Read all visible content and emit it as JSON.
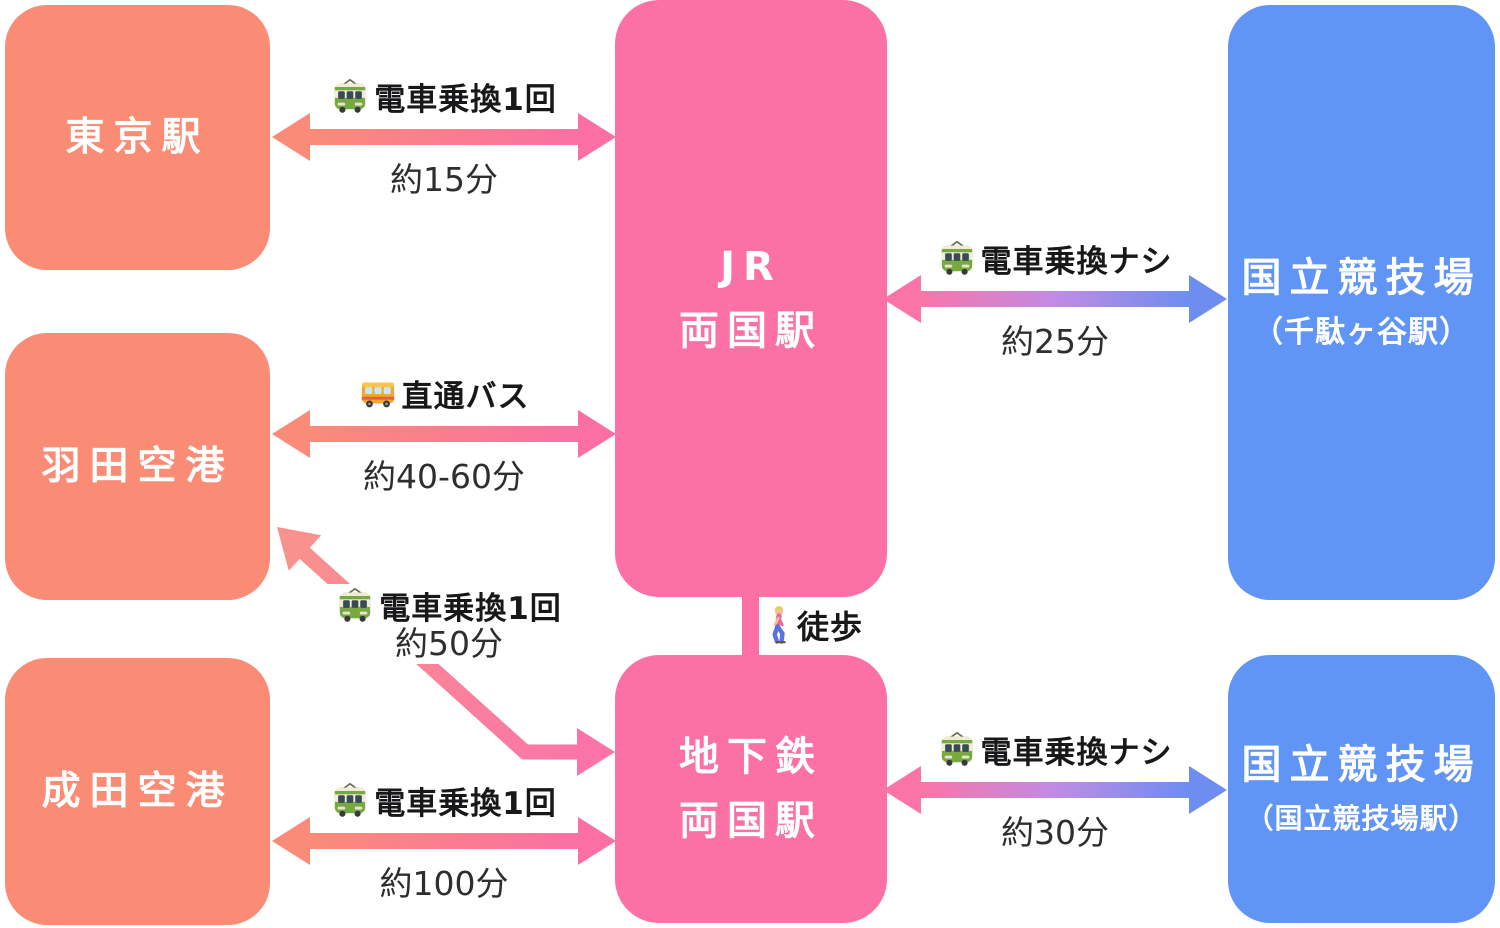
{
  "nodes": {
    "tokyo": {
      "label": "東京駅"
    },
    "haneda": {
      "label": "羽田空港"
    },
    "narita": {
      "label": "成田空港"
    },
    "jr_ryogoku": {
      "line1": "JR",
      "line2": "両国駅"
    },
    "subway_ryogoku": {
      "line1": "地下鉄",
      "line2": "両国駅"
    },
    "stadium_sendagaya": {
      "line1": "国立競技場",
      "line2": "（千駄ヶ谷駅）"
    },
    "stadium_kokuritsu": {
      "line1": "国立競技場",
      "line2": "（国立競技場駅）"
    }
  },
  "routes": {
    "tokyo_jr": {
      "icon": "tram-icon",
      "label": "電車乗換1回",
      "time": "約15分"
    },
    "haneda_jr": {
      "icon": "bus-icon",
      "label": "直通バス",
      "time": "約40-60分"
    },
    "haneda_subway": {
      "icon": "tram-icon",
      "label": "電車乗換1回",
      "time": "約50分"
    },
    "narita_subway": {
      "icon": "tram-icon",
      "label": "電車乗換1回",
      "time": "約100分"
    },
    "jr_sendagaya": {
      "icon": "tram-icon",
      "label": "電車乗換ナシ",
      "time": "約25分"
    },
    "subway_kokuritsu": {
      "icon": "tram-icon",
      "label": "電車乗換ナシ",
      "time": "約30分"
    },
    "walk": {
      "icon": "walk-icon",
      "label": "徒歩"
    }
  },
  "colors": {
    "salmon": "#FA8B75",
    "pink": "#FB70A5",
    "blue": "#6095F5",
    "arrow_salmon": "#FA8B79",
    "arrow_pink": "#FB6FA4",
    "arrow_violet": "#C18BE4",
    "arrow_blue": "#6D8DF0",
    "diag_start": "#F9918C",
    "diag_end": "#FA74A8",
    "label_text": "#18181A",
    "time_text": "#2E2E30"
  }
}
